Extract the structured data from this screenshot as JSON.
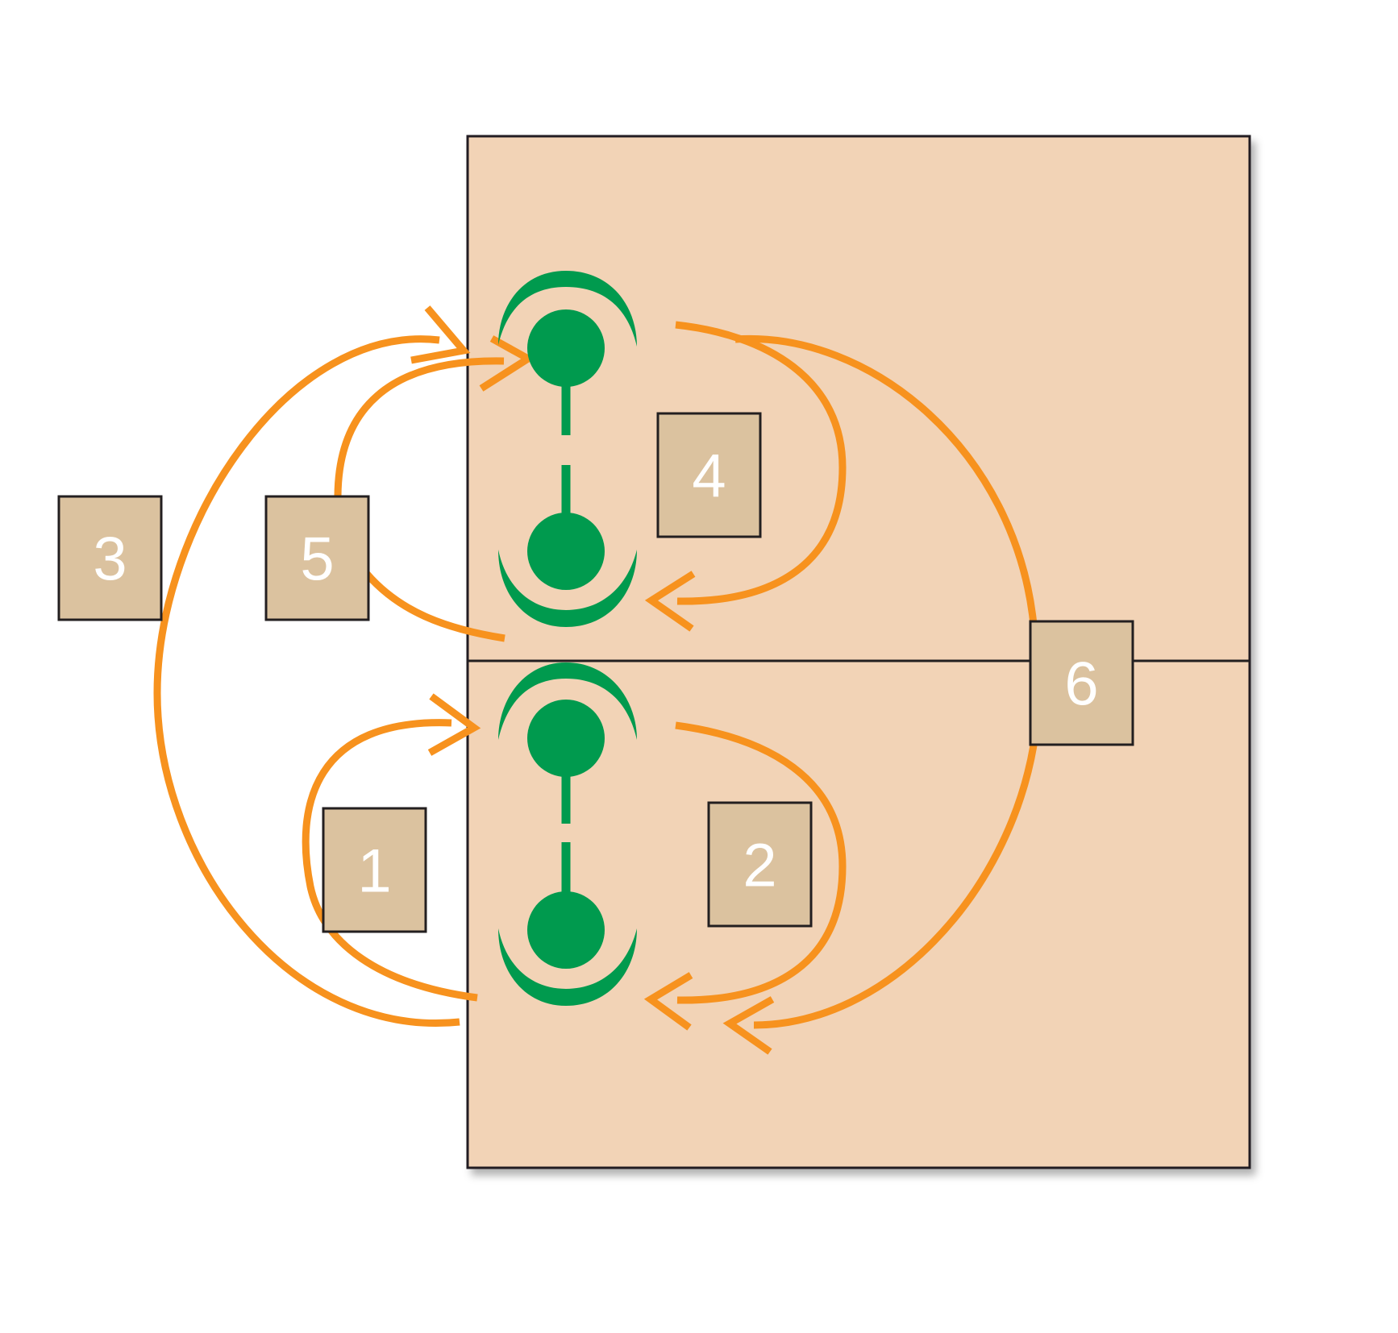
{
  "colors": {
    "field_fill": "#f2d3b6",
    "field_border": "#231f20",
    "arrow": "#f7921e",
    "player": "#009a4e",
    "box_fill": "#dbc29f",
    "box_text": "#ffffff"
  },
  "icons": {
    "player": "player-marker-icon",
    "arrow": "movement-arrow-icon"
  },
  "labels": {
    "one": "1",
    "two": "2",
    "three": "3",
    "four": "4",
    "five": "5",
    "six": "6"
  }
}
